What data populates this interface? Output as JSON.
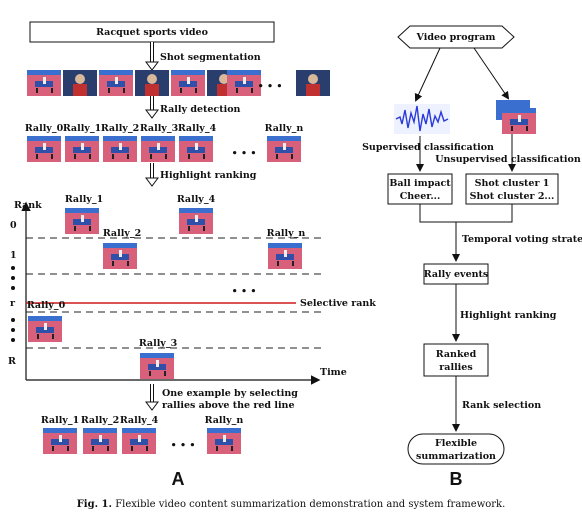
{
  "panel_a": {
    "label": "A",
    "top_box": "Racquet sports video",
    "step_shot_segmentation": "Shot segmentation",
    "step_rally_detection": "Rally detection",
    "step_highlight_ranking": "Highlight ranking",
    "rally_labels": [
      "Rally_0",
      "Rally_1",
      "Rally_2",
      "Rally_3",
      "Rally_4",
      "Rally_n"
    ],
    "chart": {
      "y_axis_label": "Rank",
      "x_axis_label": "Time",
      "tick_0": "0",
      "tick_1": "1",
      "tick_r": "r",
      "tick_R": "R",
      "selective_rank": "Selective rank",
      "placed_labels": {
        "rally_1": "Rally_1",
        "rally_2": "Rally_2",
        "rally_4": "Rally_4",
        "rally_n": "Rally_n",
        "rally_0": "Rally_0",
        "rally_3": "Rally_3"
      }
    },
    "selection_note_line1": "One example by selecting",
    "selection_note_line2": "rallies above the red line",
    "result_labels": {
      "rally_1": "Rally_1",
      "rally_2": "Rally_2",
      "rally_4": "Rally_4",
      "rally_n": "Rally_n"
    },
    "ellipsis": "• • •"
  },
  "panel_b": {
    "label": "B",
    "video_program": "Video program",
    "supervised": "Supervised classification",
    "unsupervised": "Unsupervised classification",
    "audio_box_line1": "Ball impact",
    "audio_box_line2": "Cheer...",
    "cluster_box_line1": "Shot cluster 1",
    "cluster_box_line2": "Shot cluster 2...",
    "temporal_voting": "Temporal voting strategy",
    "rally_events": "Rally events",
    "highlight_ranking": "Highlight ranking",
    "ranked_line1": "Ranked",
    "ranked_line2": "rallies",
    "rank_selection": "Rank selection",
    "flexible_line1": "Flexible",
    "flexible_line2": "summarization"
  },
  "caption": {
    "prefix": "Fig. 1.",
    "text": "Flexible video content summarization demonstration and system framework."
  },
  "colors": {
    "red_line": "#d11a1a",
    "court": "#d9607a",
    "table": "#2f4fa8",
    "waveform": "#2a3bd8"
  }
}
